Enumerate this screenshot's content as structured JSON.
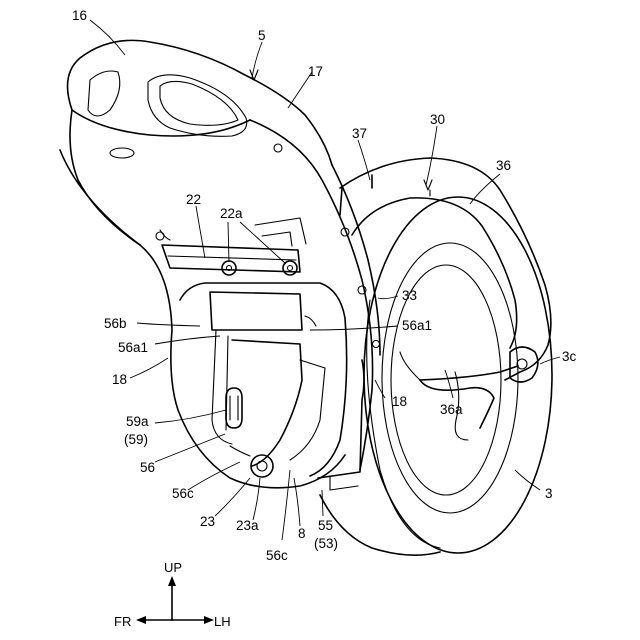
{
  "labels": {
    "l16": "16",
    "l5": "5",
    "l17": "17",
    "l37": "37",
    "l30": "30",
    "l36": "36",
    "l22": "22",
    "l22a": "22a",
    "l33": "33",
    "l56b": "56b",
    "l56a1_left": "56a1",
    "l56a1_right": "56a1",
    "l3c": "3c",
    "l18_left": "18",
    "l18_right": "18",
    "l59a": "59a",
    "l59": "(59)",
    "l36a": "36a",
    "l56": "56",
    "l56c_left": "56c",
    "l3": "3",
    "l23": "23",
    "l23a": "23a",
    "l8": "8",
    "l55": "55",
    "l53": "(53)",
    "l56c_bottom": "56c"
  },
  "axes": {
    "up": "UP",
    "fr": "FR",
    "lh": "LH"
  }
}
